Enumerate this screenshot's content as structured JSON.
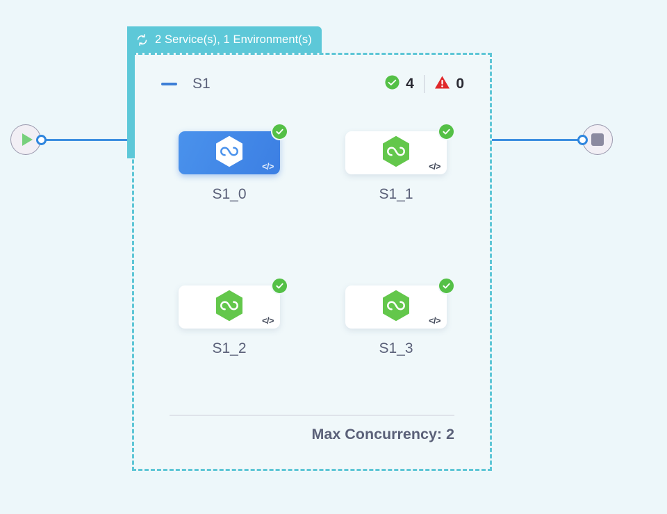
{
  "canvas": {
    "background_color": "#edf7fa"
  },
  "start_node": {
    "name": "start-node",
    "icon": "play-icon",
    "port_color": "#2e86de"
  },
  "end_node": {
    "name": "end-node",
    "icon": "stop-icon",
    "port_color": "#2e86de"
  },
  "group": {
    "header_label": "2 Service(s), 1 Environment(s)",
    "header_icon": "loop-refresh-icon",
    "header_color": "#5dc8d8",
    "border_color": "#5ec6d6"
  },
  "stage": {
    "collapse_icon": "minus-icon",
    "name": "S1",
    "success_icon": "check-circle-icon",
    "success_count": "4",
    "warning_icon": "warning-triangle-icon",
    "warning_count": "0",
    "success_color": "#54c046",
    "warning_color": "#e0292b"
  },
  "tasks": [
    {
      "label": "S1_0",
      "selected": true,
      "status": "success",
      "status_icon": "check-circle-icon",
      "code_glyph": "</>",
      "logo_icon": "hexagon-infinity-icon"
    },
    {
      "label": "S1_1",
      "selected": false,
      "status": "success",
      "status_icon": "check-circle-icon",
      "code_glyph": "</>",
      "logo_icon": "hexagon-infinity-icon"
    },
    {
      "label": "S1_2",
      "selected": false,
      "status": "success",
      "status_icon": "check-circle-icon",
      "code_glyph": "</>",
      "logo_icon": "hexagon-infinity-icon"
    },
    {
      "label": "S1_3",
      "selected": false,
      "status": "success",
      "status_icon": "check-circle-icon",
      "code_glyph": "</>",
      "logo_icon": "hexagon-infinity-icon"
    }
  ],
  "footer": {
    "max_concurrency_label": "Max Concurrency: 2"
  }
}
